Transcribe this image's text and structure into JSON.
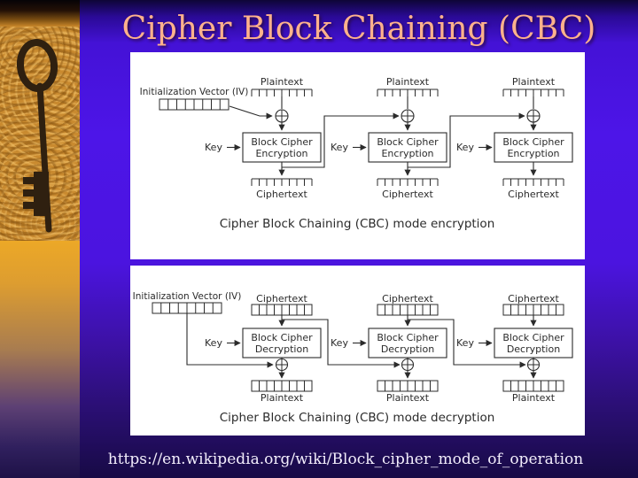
{
  "slide": {
    "title": "Cipher Block Chaining (CBC)",
    "footer_url": "https://en.wikipedia.org/wiki/Block_cipher_mode_of_operation"
  },
  "colors": {
    "background_top": "#0e0536",
    "background_main": "#4d15e8",
    "background_bottom": "#170a45",
    "title_text": "#ffb28c",
    "panel_bg": "#ffffff",
    "diagram_ink": "#2b2b2b",
    "strip_stone": "#c98a2f",
    "key_iron": "#2f2010",
    "footer_text": "#f3eefc"
  },
  "left_image": {
    "icon": "key-icon",
    "subject": "antique iron key on orange stone"
  },
  "encryption_diagram": {
    "caption": "Cipher Block Chaining (CBC) mode encryption",
    "iv_label": "Initialization Vector (IV)",
    "input_label": "Plaintext",
    "output_label": "Ciphertext",
    "key_label": "Key",
    "box_line1": "Block Cipher",
    "box_line2": "Encryption",
    "columns": 3
  },
  "decryption_diagram": {
    "caption": "Cipher Block Chaining (CBC) mode decryption",
    "iv_label": "Initialization Vector (IV)",
    "input_label": "Ciphertext",
    "output_label": "Plaintext",
    "key_label": "Key",
    "box_line1": "Block Cipher",
    "box_line2": "Decryption",
    "columns": 3
  }
}
